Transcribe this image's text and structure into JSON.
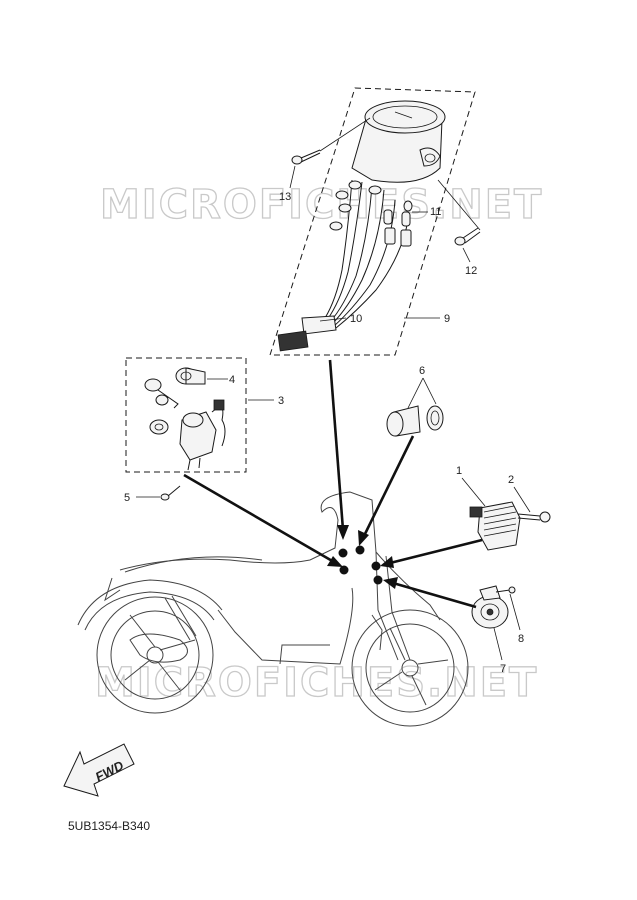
{
  "watermarks": [
    "MICROFICHES.NET",
    "MICROFICHES.NET"
  ],
  "callouts": [
    {
      "id": "1",
      "label": "1"
    },
    {
      "id": "2",
      "label": "2"
    },
    {
      "id": "3",
      "label": "3"
    },
    {
      "id": "4",
      "label": "4"
    },
    {
      "id": "5",
      "label": "5"
    },
    {
      "id": "6",
      "label": "6"
    },
    {
      "id": "7",
      "label": "7"
    },
    {
      "id": "8",
      "label": "8"
    },
    {
      "id": "9",
      "label": "9"
    },
    {
      "id": "10",
      "label": "10"
    },
    {
      "id": "11",
      "label": "11"
    },
    {
      "id": "12",
      "label": "12"
    },
    {
      "id": "13",
      "label": "13"
    }
  ],
  "direction_label": "FWD",
  "part_code": "5UB1354-B340"
}
